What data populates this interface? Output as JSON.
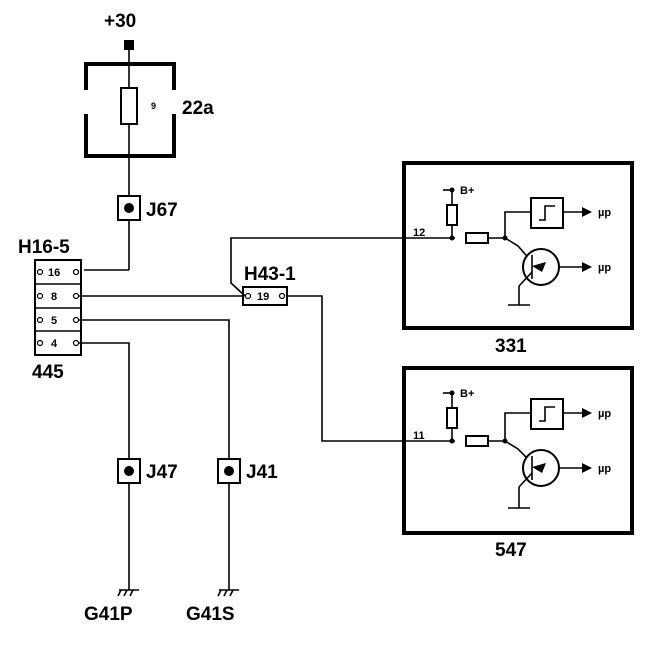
{
  "supply": {
    "label": "+30"
  },
  "fuse": {
    "number": "9",
    "label": "22a"
  },
  "splices": {
    "j67": "J67",
    "j47": "J47",
    "j41": "J41"
  },
  "connector_h16": {
    "label": "H16-5",
    "part": "445",
    "pins": [
      "16",
      "8",
      "5",
      "4"
    ]
  },
  "connector_h43": {
    "label": "H43-1",
    "pin": "19"
  },
  "grounds": {
    "g41p": "G41P",
    "g41s": "G41S"
  },
  "module_331": {
    "label": "331",
    "pin": "12",
    "supply": "B+",
    "output_top": "µp",
    "output_bottom": "µp"
  },
  "module_547": {
    "label": "547",
    "pin": "11",
    "supply": "B+",
    "output_top": "µp",
    "output_bottom": "µp"
  }
}
